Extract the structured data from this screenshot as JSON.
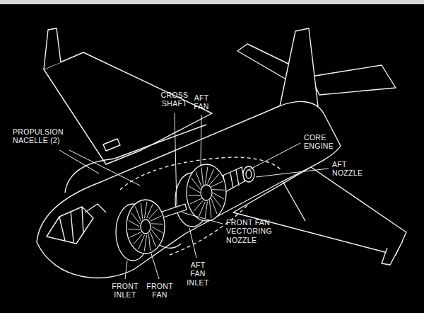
{
  "diagram": {
    "labels": [
      "PROPULSION NACELLE (2)",
      "CROSS SHAFT",
      "AFT FAN",
      "CORE ENGINE",
      "AFT NOZZLE",
      "FRONT FAN VECTORING NOZZLE",
      "AFT FAN INLET",
      "FRONT INLET",
      "FRONT FAN"
    ]
  }
}
